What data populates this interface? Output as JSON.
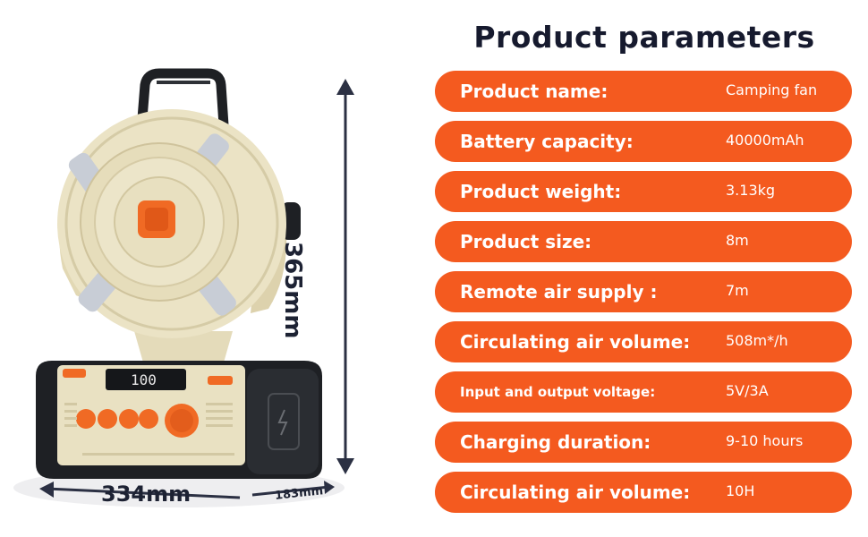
{
  "title": "Product parameters",
  "params": [
    {
      "label": "Product name:",
      "value": "Camping fan"
    },
    {
      "label": "Battery capacity:",
      "value": "40000mAh"
    },
    {
      "label": "Product weight:",
      "value": "3.13kg"
    },
    {
      "label": "Product size:",
      "value": "8m"
    },
    {
      "label": "Remote air supply :",
      "value": "7m"
    },
    {
      "label": "Circulating air volume:",
      "value": "508m*/h"
    },
    {
      "label": "Input and output voltage:",
      "value": "5V/3A"
    },
    {
      "label": "Charging duration:",
      "value": "9-10 hours"
    },
    {
      "label": "Circulating air volume:",
      "value": "10H"
    }
  ],
  "dimensions": {
    "height": "365mm",
    "width": "334mm",
    "depth": "183mm"
  },
  "display_readout": "100",
  "colors": {
    "accent": "#f45a1f",
    "body": "#e9e1c2",
    "dark": "#1e2024",
    "text": "#161a2e"
  }
}
